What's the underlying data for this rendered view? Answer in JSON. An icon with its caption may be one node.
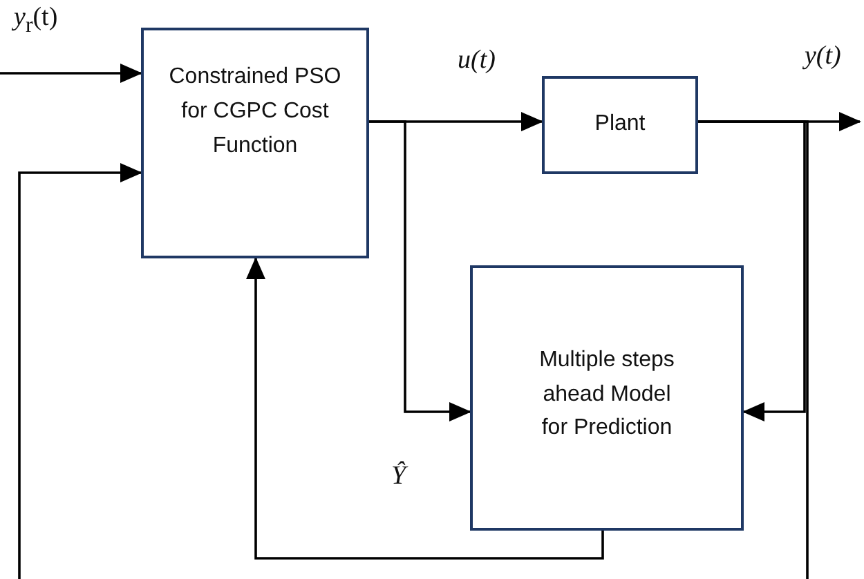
{
  "diagram": {
    "nodes": [
      {
        "text": [
          "Constrained PSO for CGPC Cost Function"
        ]
      },
      {
        "text": [
          "Plant"
        ]
      },
      {
        "text": [
          "Multiple steps ahead Model for Prediction"
        ]
      }
    ],
    "edges": [
      {
        "from": null,
        "to": 0,
        "arrow": "to"
      },
      {
        "from": 0,
        "to": 1,
        "arrow": "to"
      },
      {
        "from": 1,
        "to": null,
        "arrow": "to"
      },
      {
        "from": 0,
        "to": 2,
        "arrow": "to"
      },
      {
        "from": 1,
        "to": 2,
        "arrow": "to"
      },
      {
        "from": 1,
        "to": 0,
        "arrow": "to"
      },
      {
        "from": 2,
        "to": 0,
        "arrow": "to"
      }
    ],
    "labels": [
      "*y*$_{r}$(t)",
      "u(t)",
      "y(t)",
      "Ŷ"
    ]
  }
}
